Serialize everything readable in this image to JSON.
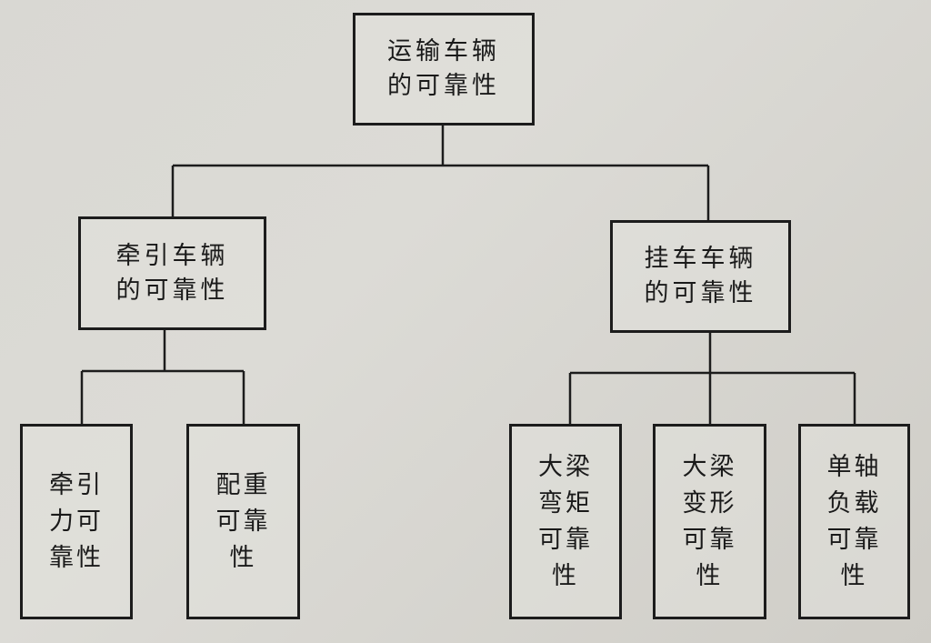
{
  "root": {
    "lines": [
      "运输车辆",
      "的可靠性"
    ]
  },
  "level2": [
    {
      "lines": [
        "牵引车辆",
        "的可靠性"
      ]
    },
    {
      "lines": [
        "挂车车辆",
        "的可靠性"
      ]
    }
  ],
  "level3": [
    {
      "lines": [
        "牵引",
        "力可",
        "靠性"
      ]
    },
    {
      "lines": [
        "配重",
        "可靠",
        "性"
      ]
    },
    {
      "lines": [
        "大梁",
        "弯矩",
        "可靠",
        "性"
      ]
    },
    {
      "lines": [
        "大梁",
        "变形",
        "可靠",
        "性"
      ]
    },
    {
      "lines": [
        "单轴",
        "负载",
        "可靠",
        "性"
      ]
    }
  ],
  "colors": {
    "line": "#1c1c1c",
    "paper": "#d9d8d3"
  }
}
